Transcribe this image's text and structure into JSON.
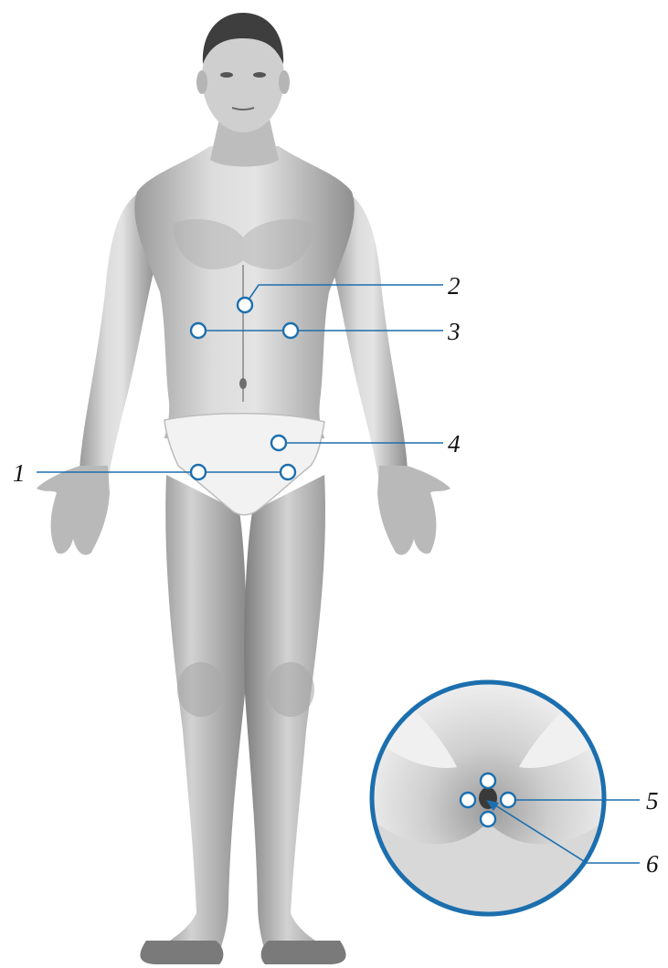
{
  "colors": {
    "marker_blue": "#1c6fae",
    "skin_light": "#d9d9d9",
    "skin_dark": "#8a8a8a",
    "hair": "#3a3a3a",
    "briefs": "#f2f2f2"
  },
  "labels": {
    "l1": "1",
    "l2": "2",
    "l3": "3",
    "l4": "4",
    "l5": "5",
    "l6": "6"
  }
}
